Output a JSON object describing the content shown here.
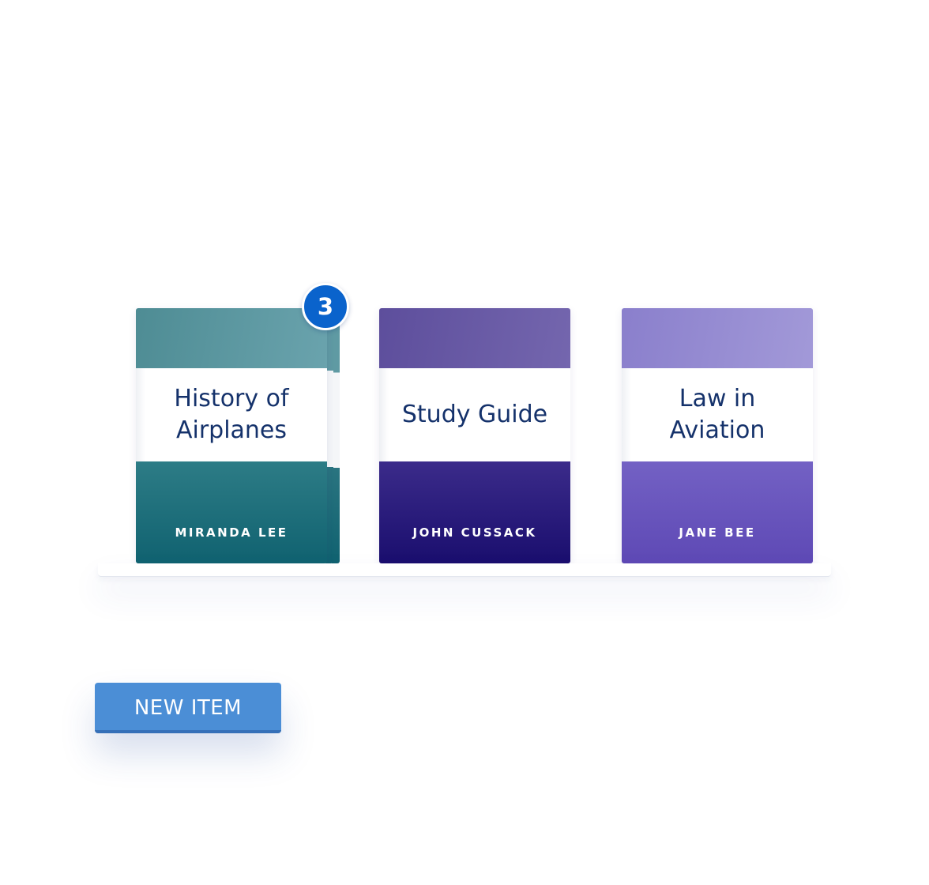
{
  "shelf": {
    "books": [
      {
        "title": "History of Airplanes",
        "author": "MIRANDA LEE",
        "color": "#2d7c86"
      },
      {
        "title": "Study Guide",
        "author": "JOHN CUSSACK",
        "color": "#3b2b8a"
      },
      {
        "title": "Law in Aviation",
        "author": "JANE BEE",
        "color": "#7361c4"
      }
    ],
    "stack_badge_count": "3"
  },
  "actions": {
    "new_item_label": "NEW ITEM",
    "accent_color": "#4b8ed6"
  }
}
